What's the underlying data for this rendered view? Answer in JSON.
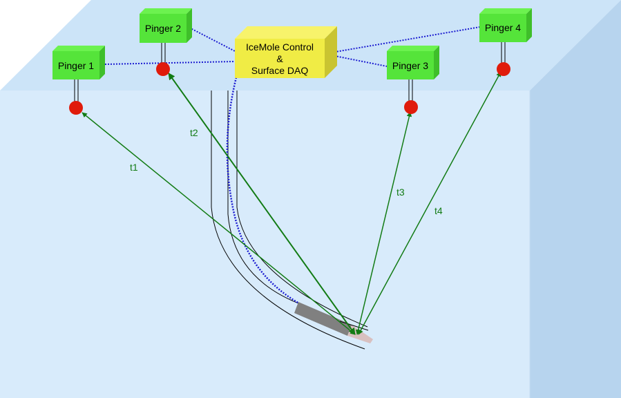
{
  "pingers": [
    {
      "id": "p1",
      "label": "Pinger 1"
    },
    {
      "id": "p2",
      "label": "Pinger 2"
    },
    {
      "id": "p3",
      "label": "Pinger 3"
    },
    {
      "id": "p4",
      "label": "Pinger 4"
    }
  ],
  "control_box": {
    "line1": "IceMole Control",
    "line2": "&",
    "line3": "Surface DAQ"
  },
  "signal_labels": [
    "t1",
    "t2",
    "t3",
    "t4"
  ],
  "colors": {
    "ice_top": "#cce4f8",
    "ice_front": "#d8ebfb",
    "ice_side": "#b7d4ee",
    "pinger_fill": "#55e43a",
    "control_fill": "#f0ec45",
    "receiver": "#e01b0b",
    "signal": "#127b14",
    "cable": "#1a1ad0",
    "probe": "#808080"
  }
}
